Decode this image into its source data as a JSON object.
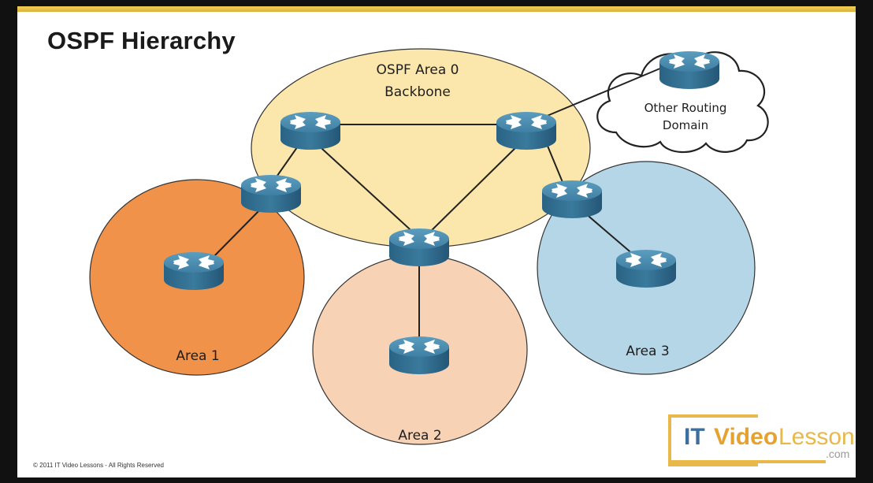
{
  "title": "OSPF Hierarchy",
  "areas": {
    "backbone": {
      "line1": "OSPF Area 0",
      "line2": "Backbone"
    },
    "area1": "Area 1",
    "area2": "Area 2",
    "area3": "Area 3",
    "external": {
      "line1": "Other Routing",
      "line2": "Domain"
    }
  },
  "logo": {
    "it": "IT",
    "video": "Video",
    "lessons": "Lessons",
    "com": ".com"
  },
  "footer": "© 2011 IT Video Lessons - All Rights Reserved",
  "colors": {
    "backbone_fill": "#fbe6a6",
    "area1_fill": "#f0924a",
    "area2_fill": "#f8d2b4",
    "area3_fill": "#b5d6e6",
    "router_body": "#2f6d8f",
    "router_top": "#4a8fb2"
  }
}
